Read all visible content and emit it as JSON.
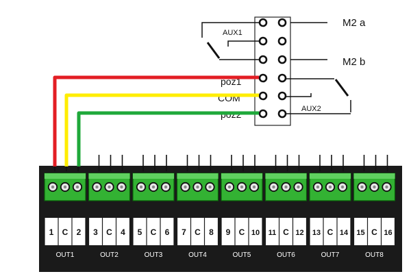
{
  "relay_block": {
    "labels": {
      "m2a": "M2 a",
      "aux1": "AUX1",
      "m2b": "M2 b",
      "poz1": "poz1",
      "com": "COM",
      "poz2": "poz2",
      "aux2": "AUX2"
    }
  },
  "terminal_strip": {
    "groups": [
      {
        "out": "OUT1",
        "pins": [
          "1",
          "C",
          "2"
        ]
      },
      {
        "out": "OUT2",
        "pins": [
          "3",
          "C",
          "4"
        ]
      },
      {
        "out": "OUT3",
        "pins": [
          "5",
          "C",
          "6"
        ]
      },
      {
        "out": "OUT4",
        "pins": [
          "7",
          "C",
          "8"
        ]
      },
      {
        "out": "OUT5",
        "pins": [
          "9",
          "C",
          "10"
        ]
      },
      {
        "out": "OUT6",
        "pins": [
          "11",
          "C",
          "12"
        ]
      },
      {
        "out": "OUT7",
        "pins": [
          "13",
          "C",
          "14"
        ]
      },
      {
        "out": "OUT8",
        "pins": [
          "15",
          "C",
          "16"
        ]
      }
    ]
  },
  "colors": {
    "wire_red": "#e31e24",
    "wire_yellow": "#ffed00",
    "wire_green": "#1fa83a",
    "terminal_green": "#33b233",
    "panel": "#1a1a1a"
  }
}
